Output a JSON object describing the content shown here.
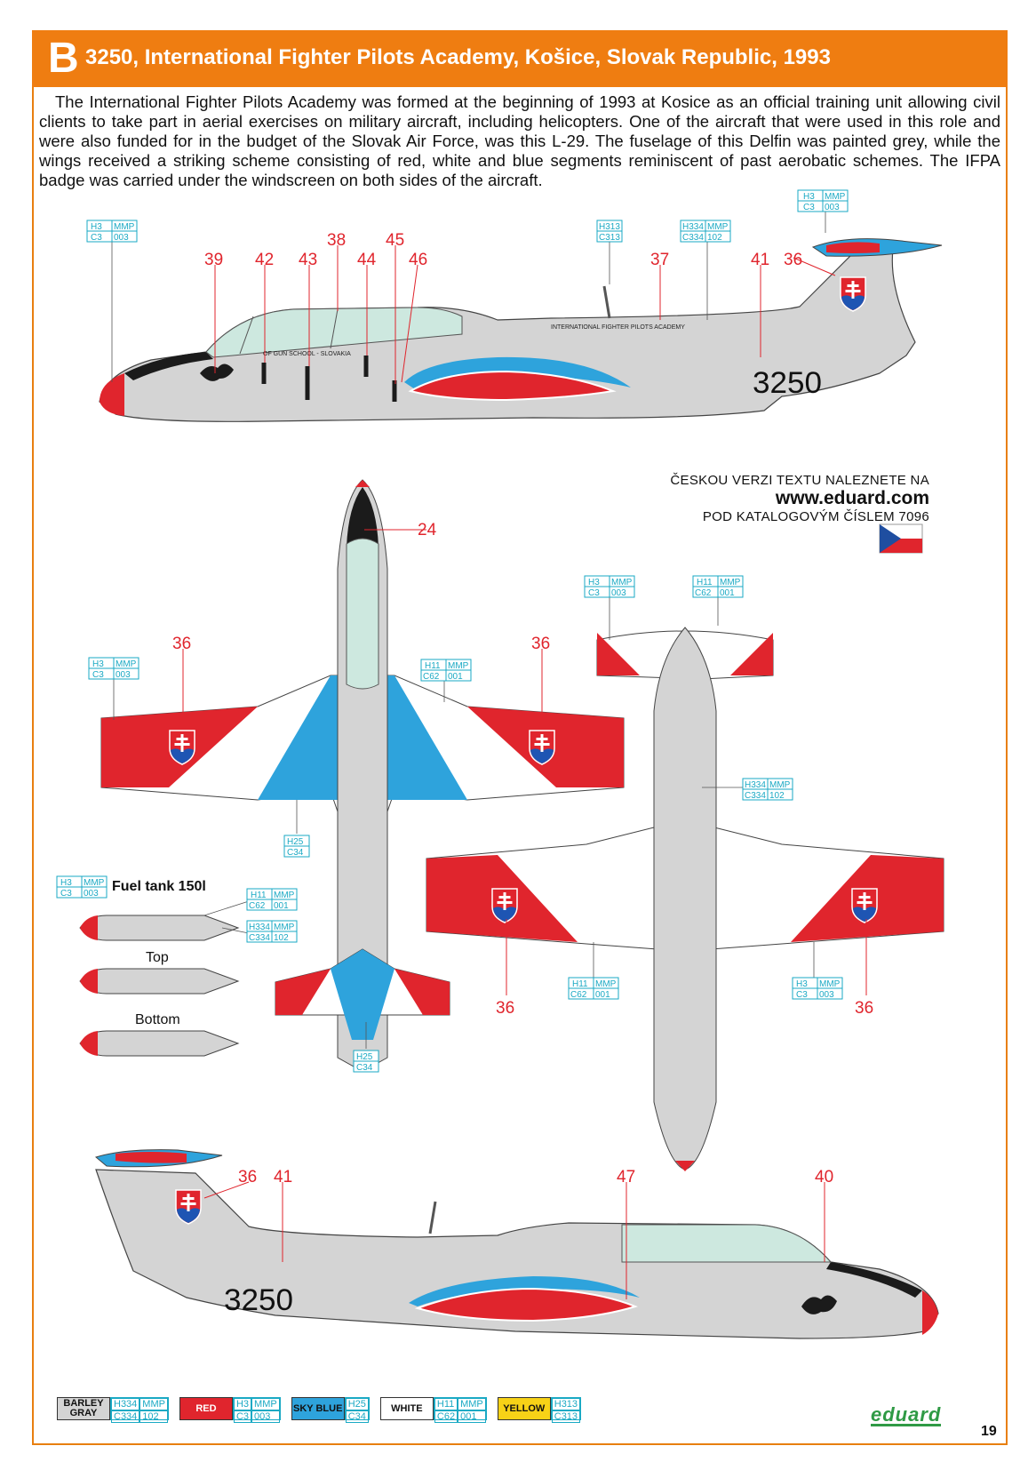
{
  "header": {
    "badge": "B",
    "title": "3250, International Fighter Pilots Academy, Košice, Slovak Republic, 1993"
  },
  "description": "The International Fighter Pilots Academy was formed at the beginning of 1993 at Kosice as an official training unit allowing civil clients to take part in aerial exercises on military aircraft, including helicopters. One of the aircraft that were used in this role and were also funded for in the budget of the Slovak Air Force, was this L-29. The fuselage of this Delfin was painted grey, while the wings received a striking scheme consisting of red, white and blue segments reminiscent of past aerobatic schemes. The IFPA badge was carried under the windscreen on both sides of the aircraft.",
  "czech_note": {
    "line1": "ČESKOU VERZI TEXTU NALEZNETE NA",
    "line2": "www.eduard.com",
    "line3": "POD KATALOGOVÝM ČÍSLEM 7096"
  },
  "aircraft": {
    "serial": "3250",
    "fuselage_text": "INTERNATIONAL FIGHTER PILOTS ACADEMY",
    "nose_text": "OF GUN SCHOOL - SLOVAKIA"
  },
  "callouts_left_profile": [
    "39",
    "42",
    "43",
    "38",
    "44",
    "45",
    "46",
    "37",
    "41",
    "36"
  ],
  "callouts_top_view": [
    "24",
    "36",
    "36"
  ],
  "callouts_bottom_view": [
    "36",
    "36"
  ],
  "callouts_right_profile": [
    "36",
    "41",
    "47",
    "40"
  ],
  "fuel_tank": {
    "title": "Fuel tank 150l",
    "top": "Top",
    "bottom": "Bottom"
  },
  "codes": {
    "h3": [
      "H3",
      "MMP",
      "C3",
      "003"
    ],
    "h313": [
      "H313",
      "",
      "C313",
      ""
    ],
    "h334": [
      "H334",
      "MMP",
      "C334",
      "102"
    ],
    "h11": [
      "H11",
      "MMP",
      "C62",
      "001"
    ],
    "h25": [
      "H25",
      "",
      "C34",
      ""
    ]
  },
  "legend": [
    {
      "name": "BARLEY GRAY",
      "codes": [
        "H334",
        "MMP",
        "C334",
        "102"
      ],
      "color": "#d4d4d4",
      "text": "#111"
    },
    {
      "name": "RED",
      "codes": [
        "H3",
        "MMP",
        "C3",
        "003"
      ],
      "color": "#e0252d",
      "text": "#fff"
    },
    {
      "name": "SKY BLUE",
      "codes": [
        "H25",
        "",
        "C34",
        ""
      ],
      "color": "#2ea3dc",
      "text": "#111"
    },
    {
      "name": "WHITE",
      "codes": [
        "H11",
        "MMP",
        "C62",
        "001"
      ],
      "color": "#ffffff",
      "text": "#111"
    },
    {
      "name": "YELLOW",
      "codes": [
        "H313",
        "",
        "C313",
        ""
      ],
      "color": "#f7d217",
      "text": "#111"
    }
  ],
  "logo": "eduard",
  "page_number": "19",
  "colors": {
    "accent": "#ef7d11",
    "red": "#e0252d",
    "blue": "#2ea3dc",
    "gray": "#d4d4d4"
  }
}
